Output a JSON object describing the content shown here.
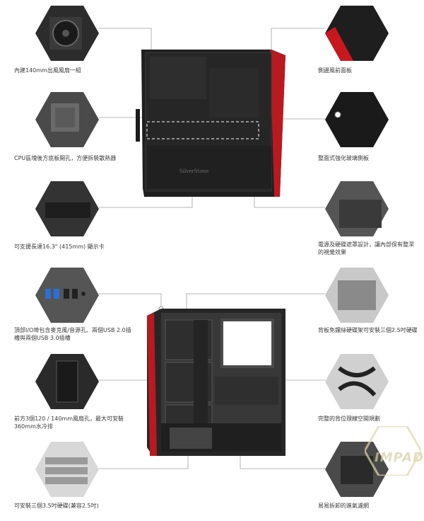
{
  "features_left": [
    {
      "label": "內建140mm出風風扇一組",
      "icon": "rear-fan-detail-icon"
    },
    {
      "label": "CPU區塊後方底板開孔，方便拆裝散熱器",
      "icon": "cpu-cutout-detail-icon"
    },
    {
      "label": "可支援長達16.3\" (415mm) 顯示卡",
      "icon": "gpu-length-detail-icon"
    },
    {
      "label": "頂部I/O埠包含麥克風/音源孔、兩個USB 2.0插槽與兩個USB 3.0插槽",
      "icon": "top-io-detail-icon"
    },
    {
      "label": "前方3個120 / 140mm風扇孔，最大可安裝360mm水冷排",
      "icon": "front-fan-mount-detail-icon"
    },
    {
      "label": "可安裝三個3.5吋硬碟(兼容2.5吋)",
      "icon": "hdd-cage-detail-icon"
    }
  ],
  "features_right": [
    {
      "label": "側邊風前面板",
      "icon": "front-panel-detail-icon"
    },
    {
      "label": "整面式強化玻璃側板",
      "icon": "tempered-glass-detail-icon"
    },
    {
      "label": "電源及硬碟遮罩設計，讓內部保有整潔的視覺效果",
      "icon": "psu-shroud-detail-icon"
    },
    {
      "label": "背板免鏍絲硬碟架可安裝三個2.5吋硬碟",
      "icon": "ssd-tray-detail-icon"
    },
    {
      "label": "完整的背位理線空間規劃",
      "icon": "cable-management-detail-icon"
    },
    {
      "label": "易易拆卸的進氣濾網",
      "icon": "dust-filter-detail-icon"
    }
  ],
  "brand_text": "SilverStone",
  "watermark": "IMPAD",
  "colors": {
    "accent": "#c8181e",
    "case": "#2a2a2a",
    "line": "#9a9a9a"
  }
}
